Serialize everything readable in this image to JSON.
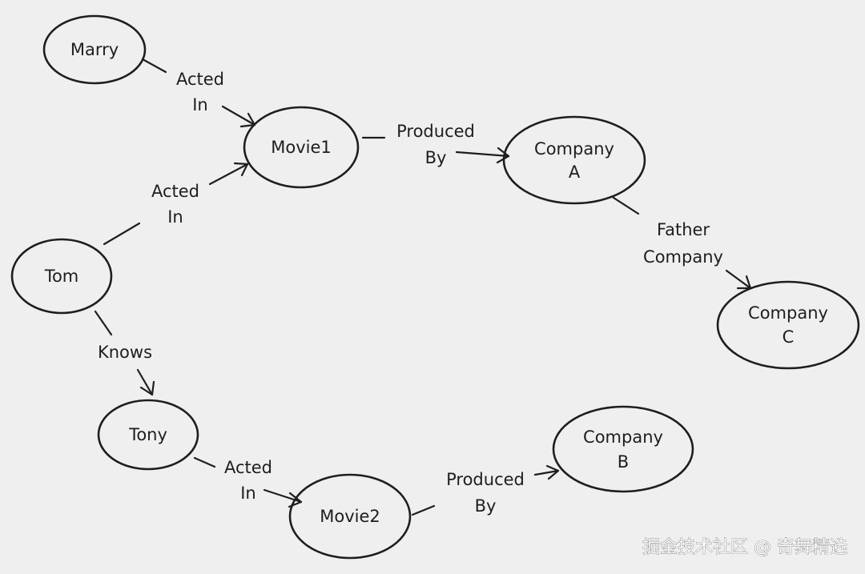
{
  "colors": {
    "background": "#efefef",
    "ink": "#1e1e1e",
    "watermark": "#ffffff"
  },
  "nodes": {
    "marry": {
      "label": "Marry"
    },
    "movie1": {
      "label": "Movie1"
    },
    "tom": {
      "label": "Tom"
    },
    "tony": {
      "label": "Tony"
    },
    "movie2": {
      "label": "Movie2"
    },
    "company_a": {
      "label_line1": "Company",
      "label_line2": "A"
    },
    "company_b": {
      "label_line1": "Company",
      "label_line2": "B"
    },
    "company_c": {
      "label_line1": "Company",
      "label_line2": "C"
    }
  },
  "edges": {
    "marry_movie1": {
      "line1": "Acted",
      "line2": "In"
    },
    "tom_movie1": {
      "line1": "Acted",
      "line2": "In"
    },
    "movie1_company_a": {
      "line1": "Produced",
      "line2": "By"
    },
    "company_a_company_c": {
      "line1": "Father",
      "line2": "Company"
    },
    "tom_tony": {
      "line1": "Knows"
    },
    "tony_movie2": {
      "line1": "Acted",
      "line2": "In"
    },
    "movie2_company_b": {
      "line1": "Produced",
      "line2": "By"
    }
  },
  "watermark": {
    "text": "掘金技术社区 @ 奇舞精选"
  }
}
